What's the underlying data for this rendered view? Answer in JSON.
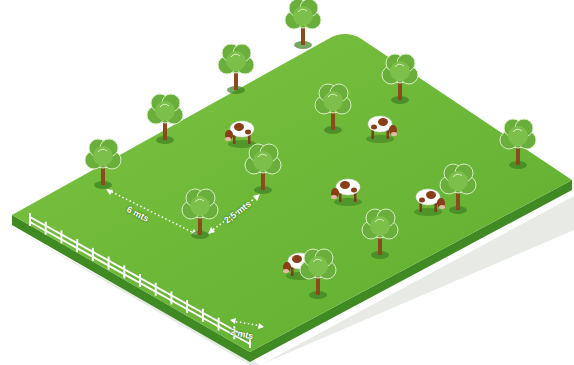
{
  "diagram": {
    "labels": [
      "6 mts",
      "2,5 mts",
      "2 mts"
    ]
  }
}
